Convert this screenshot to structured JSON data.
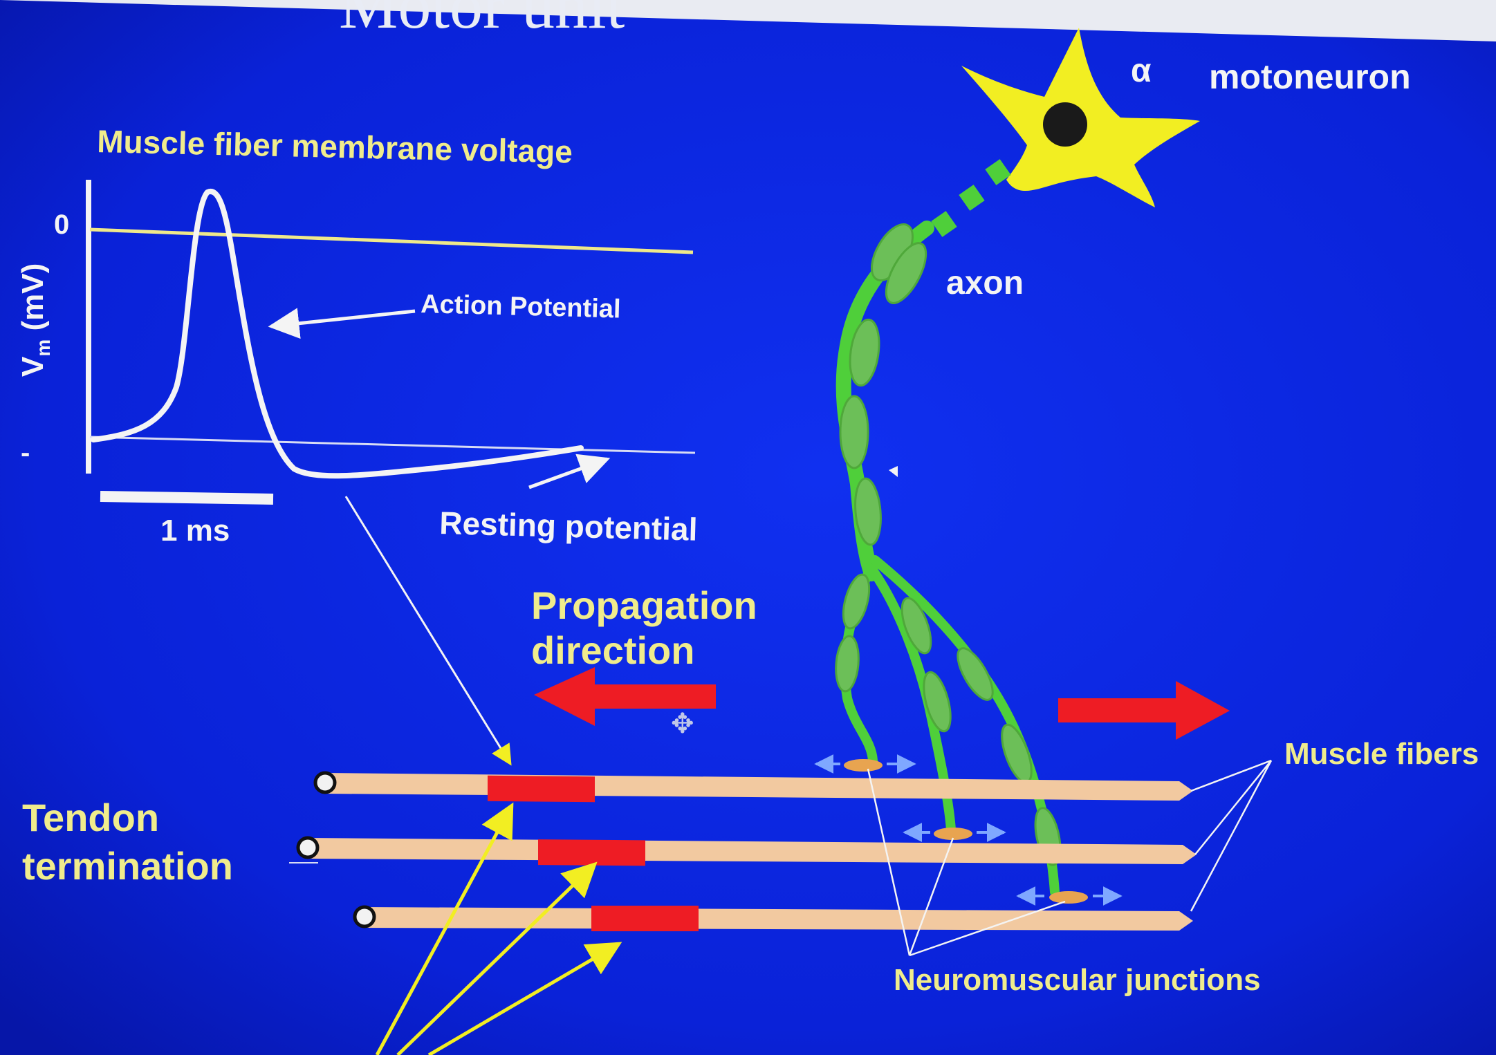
{
  "slide": {
    "title": "Motor unit",
    "colors": {
      "background": "#0a22e6",
      "neuron": "#f2ee22",
      "axon": "#4fcf3a",
      "myelin": "#6cbf58",
      "fiber": "#f2c9a0",
      "active_segment": "#ee1c24",
      "arrow_red": "#ee1c24",
      "label_yellow": "#f0ec8c",
      "label_white": "#f4f4f4"
    }
  },
  "graph": {
    "title": "Muscle fiber membrane voltage",
    "ylabel": "Vm (mV)",
    "ylabel_main": "V",
    "ylabel_sub": "m",
    "ylabel_unit": " (mV)",
    "zero_tick": "0",
    "low_tick": "-",
    "action_potential_label": "Action Potential",
    "resting_potential_label": "Resting potential",
    "scale_bar_label": "1 ms"
  },
  "neuron": {
    "alpha_label": "α",
    "name_label": "motoneuron",
    "axon_label": "axon"
  },
  "propagation": {
    "line1": "Propagation",
    "line2": "direction"
  },
  "fibers": {
    "muscle_fibers_label": "Muscle fibers",
    "tendon_line1": "Tendon",
    "tendon_line2": "termination",
    "nmj_label": "Neuromuscular junctions"
  }
}
